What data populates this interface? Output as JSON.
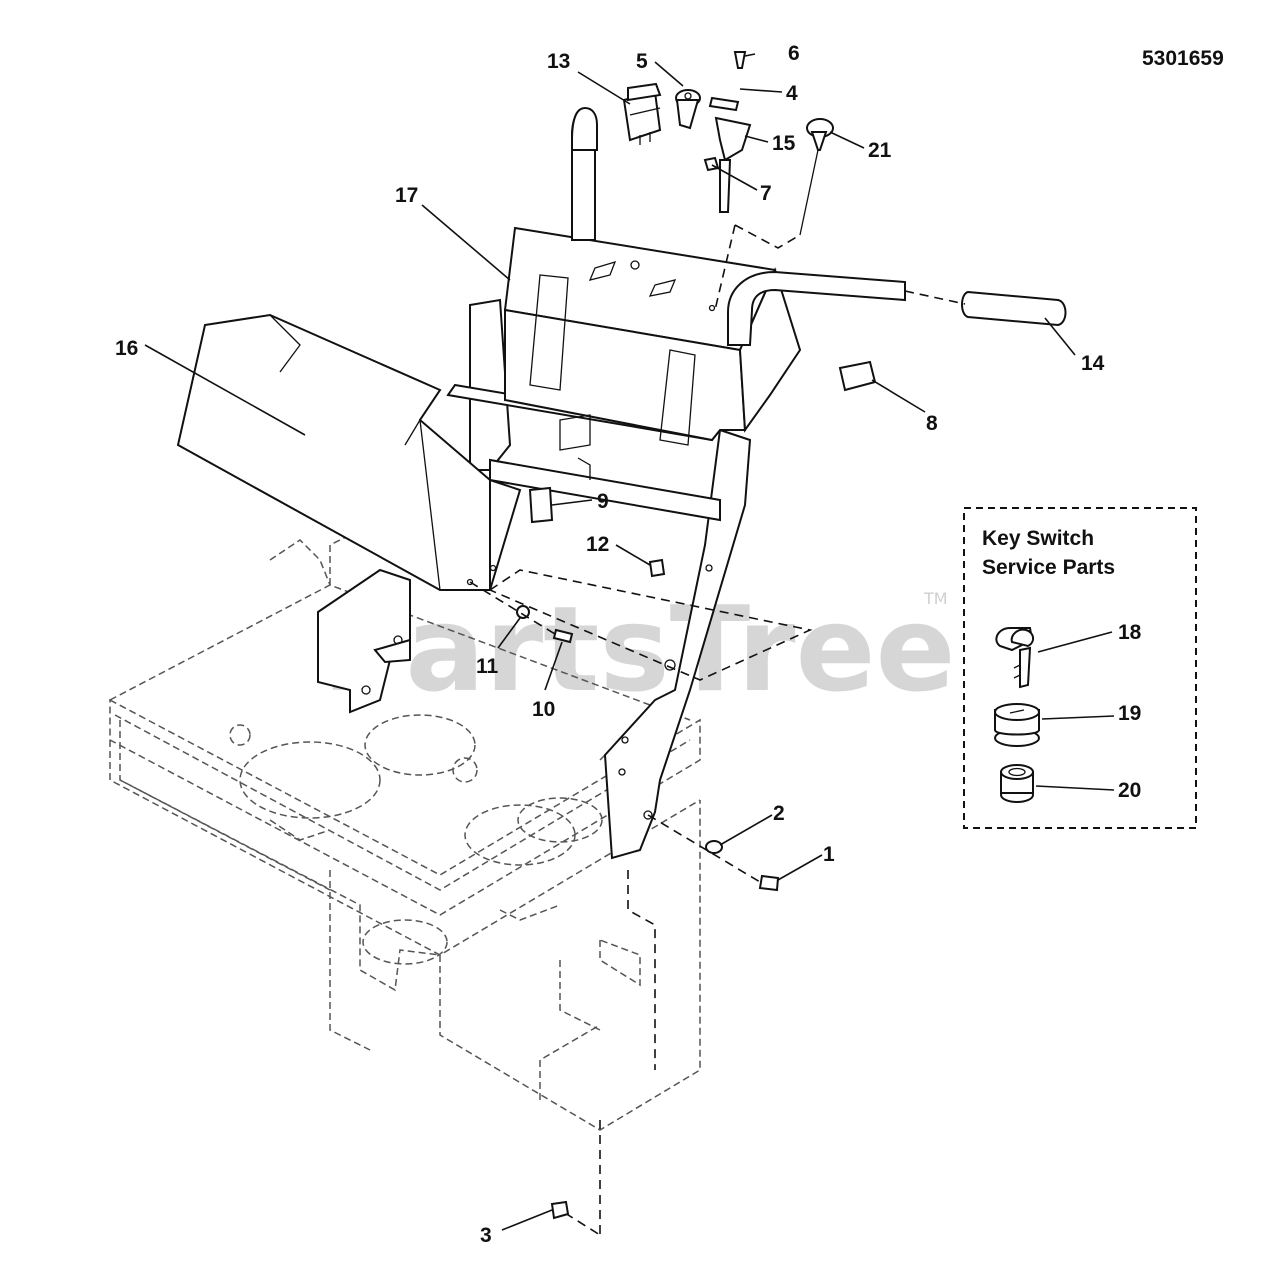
{
  "document_number": "5301659",
  "watermark": {
    "text": "PartsTree",
    "trademark": "TM"
  },
  "legend": {
    "title_line1": "Key Switch",
    "title_line2": "Service Parts"
  },
  "callouts": [
    {
      "id": "c1",
      "label": "1"
    },
    {
      "id": "c2",
      "label": "2"
    },
    {
      "id": "c3",
      "label": "3"
    },
    {
      "id": "c4",
      "label": "4"
    },
    {
      "id": "c5",
      "label": "5"
    },
    {
      "id": "c6",
      "label": "6"
    },
    {
      "id": "c7",
      "label": "7"
    },
    {
      "id": "c8",
      "label": "8"
    },
    {
      "id": "c9",
      "label": "9"
    },
    {
      "id": "c10",
      "label": "10"
    },
    {
      "id": "c11",
      "label": "11"
    },
    {
      "id": "c12",
      "label": "12"
    },
    {
      "id": "c13",
      "label": "13"
    },
    {
      "id": "c14",
      "label": "14"
    },
    {
      "id": "c15",
      "label": "15"
    },
    {
      "id": "c16",
      "label": "16"
    },
    {
      "id": "c17",
      "label": "17"
    },
    {
      "id": "c18",
      "label": "18"
    },
    {
      "id": "c19",
      "label": "19"
    },
    {
      "id": "c20",
      "label": "20"
    },
    {
      "id": "c21",
      "label": "21"
    }
  ]
}
